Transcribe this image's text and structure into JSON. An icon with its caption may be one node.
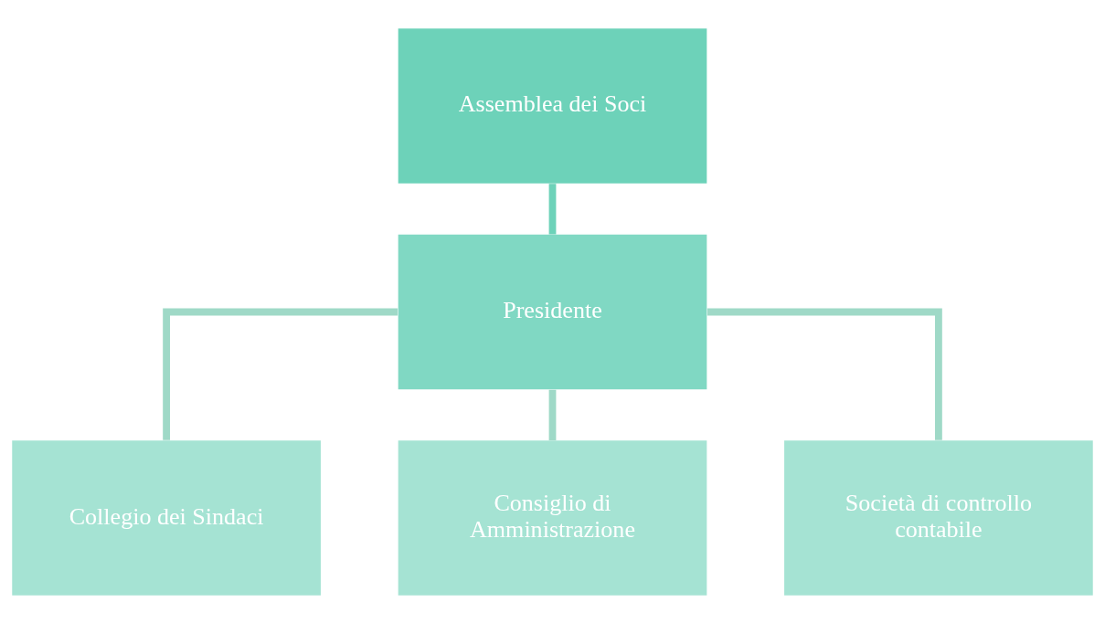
{
  "diagram": {
    "nodes": [
      {
        "text": [
          "Assemblea dei Soci"
        ]
      },
      {
        "text": [
          "Presidente"
        ]
      },
      {
        "text": [
          "Collegio dei Sindaci"
        ]
      },
      {
        "text": [
          "Consiglio di Amministrazione"
        ]
      },
      {
        "text": [
          "Società di controllo contabile"
        ]
      }
    ],
    "edges": [
      {
        "from": 0,
        "to": 1,
        "arrow": "none",
        "color": "#6dd2b9"
      },
      {
        "from": 1,
        "to": 2,
        "arrow": "none"
      },
      {
        "from": 1,
        "to": 3,
        "arrow": "none"
      },
      {
        "from": 1,
        "to": 4,
        "arrow": "none"
      }
    ]
  }
}
